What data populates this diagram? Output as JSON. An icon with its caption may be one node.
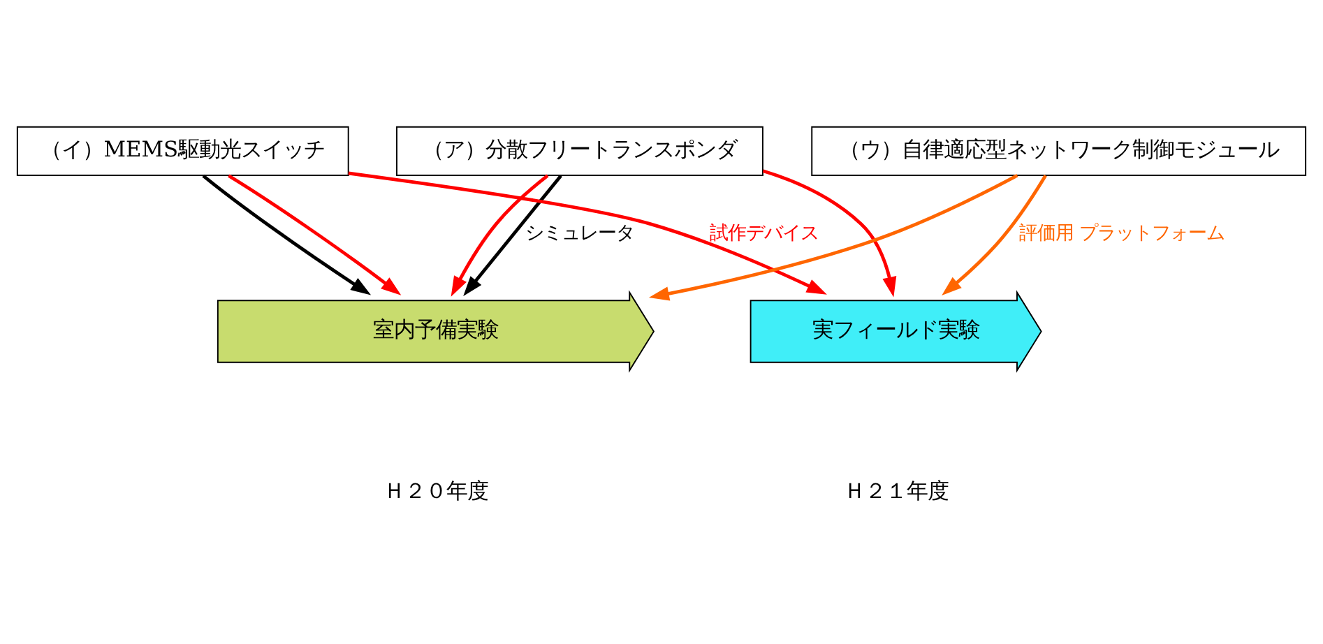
{
  "diagram": {
    "nodes": [
      {
        "text": [
          "（ア）分散フリートランスポンダ"
        ]
      },
      {
        "text": [
          "（イ）MEMS駆動光スイッチ"
        ]
      },
      {
        "text": [
          "（ウ）自律適応型ネットワーク制御モジュール"
        ]
      },
      {
        "text": [
          "室内予備実験"
        ]
      },
      {
        "text": [
          "実フィールド実験"
        ]
      }
    ],
    "edges": [
      {
        "from": 0,
        "to": 3,
        "arrow": "to",
        "label": "シミュレータ",
        "color": "#000000"
      },
      {
        "from": 1,
        "to": 3,
        "arrow": "to",
        "color": "#000000"
      },
      {
        "from": 0,
        "to": 3,
        "arrow": "to",
        "color": "#ff0000"
      },
      {
        "from": 0,
        "to": 4,
        "arrow": "to",
        "color": "#ff0000"
      },
      {
        "from": 1,
        "to": 3,
        "arrow": "to",
        "color": "#ff0000"
      },
      {
        "from": 1,
        "to": 4,
        "arrow": "to",
        "label": "試作デバイス",
        "color": "#ff0000"
      },
      {
        "from": 2,
        "to": 3,
        "arrow": "to",
        "color": "#ff6600"
      },
      {
        "from": 2,
        "to": 4,
        "arrow": "to",
        "label": "評価用 プラットフォーム",
        "color": "#ff6600"
      }
    ],
    "labels": [
      "Ｈ２０年度",
      "Ｈ２１年度"
    ]
  }
}
